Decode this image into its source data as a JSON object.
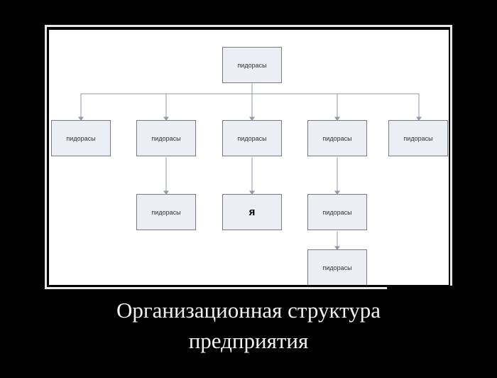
{
  "chart": {
    "root": "пидорасы",
    "level2": [
      "пидорасы",
      "пидорасы",
      "пидорасы",
      "пидорасы",
      "пидорасы"
    ],
    "level3": [
      "пидорасы",
      "я",
      "пидорасы"
    ],
    "level4": [
      "пидорасы"
    ]
  },
  "caption": {
    "line1": "Организационная структура",
    "line2": "предприятия"
  },
  "colors": {
    "box_fill": "#eceef6",
    "box_border": "#7a7a80",
    "connector": "#9098a8"
  }
}
